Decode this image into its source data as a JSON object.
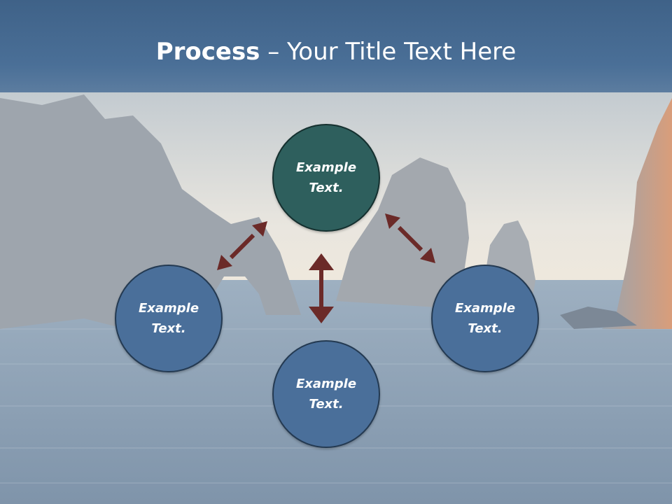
{
  "slide": {
    "title_bold": "Process",
    "title_rest": " – Your Title Text Here"
  },
  "nodes": {
    "top": "Example Text.",
    "left": "Example Text.",
    "right": "Example Text.",
    "bottom": "Example Text."
  },
  "colors": {
    "title_bar": "#4a6f97",
    "top_node": "#2e5f5d",
    "side_nodes": "#4a6f9a",
    "arrows": "#6b2a28"
  }
}
